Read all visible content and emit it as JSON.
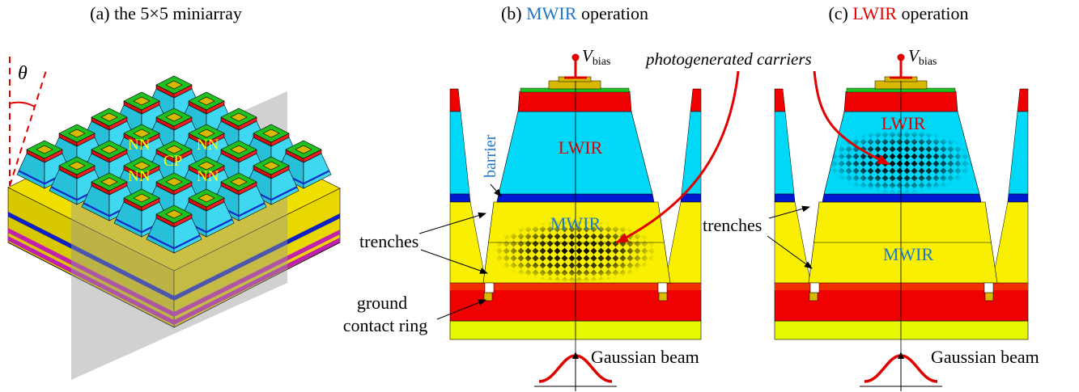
{
  "titles": {
    "a_prefix": "(a) the 5×5 miniarray",
    "b_prefix": "(b) ",
    "b_highlight": "MWIR",
    "b_suffix": " operation",
    "c_prefix": "(c) ",
    "c_highlight": "LWIR",
    "c_suffix": " operation"
  },
  "panel_a": {
    "theta": "θ",
    "center_label": "CP",
    "neighbor_label": "NN"
  },
  "panel_b": {
    "vbias": "V",
    "vbias_sub": "bias",
    "lwir": "LWIR",
    "mwir": "MWIR",
    "barrier": "barrier",
    "trenches": "trenches",
    "ground_line1": "ground",
    "ground_line2": "contact ring",
    "carriers": "photogenerated carriers",
    "beam": "Gaussian beam"
  },
  "panel_c": {
    "vbias": "V",
    "vbias_sub": "bias",
    "lwir": "LWIR",
    "mwir": "MWIR",
    "trenches": "trenches",
    "beam": "Gaussian beam"
  },
  "colors": {
    "lwir_layer": "#00d8f8",
    "mwir_layer": "#f8f000",
    "barrier_layer": "#0018d0",
    "contact_red": "#f00000",
    "ground_yellow": "#e8f800",
    "top_green": "#20c020",
    "gold": "#d8b800",
    "label_blue": "#1f77c8",
    "label_red": "#e00000",
    "label_yellow": "#ffff00"
  }
}
